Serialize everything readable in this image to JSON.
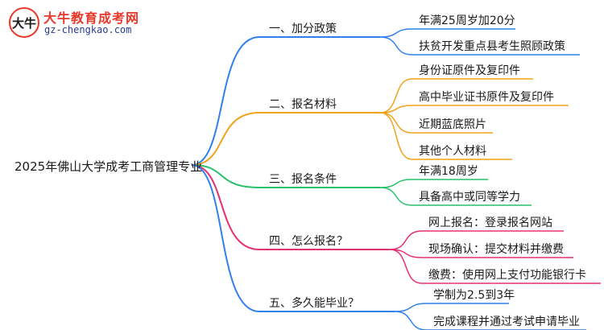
{
  "logo": {
    "mark_text": "大牛",
    "title": "大牛教育成考网",
    "url": "gz-chengkao.com"
  },
  "root": "2025年佛山大学成考工商管理专业",
  "branches": [
    {
      "label": "一、加分政策",
      "color": "#2f80ed",
      "leaves": [
        "年满25周岁加20分",
        "扶贫开发重点县考生照顾政策"
      ]
    },
    {
      "label": "二、报名材料",
      "color": "#f0a21a",
      "leaves": [
        "身份证原件及复印件",
        "高中毕业证书原件及复印件",
        "近期蓝底照片",
        "其他个人材料"
      ]
    },
    {
      "label": "三、报名条件",
      "color": "#27c16a",
      "leaves": [
        "年满18周岁",
        "具备高中或同等学力"
      ]
    },
    {
      "label": "四、怎么报名？",
      "color": "#e8306f",
      "leaves": [
        "网上报名：登录报名网站",
        "现场确认：提交材料并缴费",
        "缴费：使用网上支付功能银行卡"
      ]
    },
    {
      "label": "五、多久能毕业？",
      "color": "#2f80ed",
      "leaves": [
        "学制为2.5到3年",
        "完成课程并通过考试申请毕业"
      ]
    }
  ]
}
